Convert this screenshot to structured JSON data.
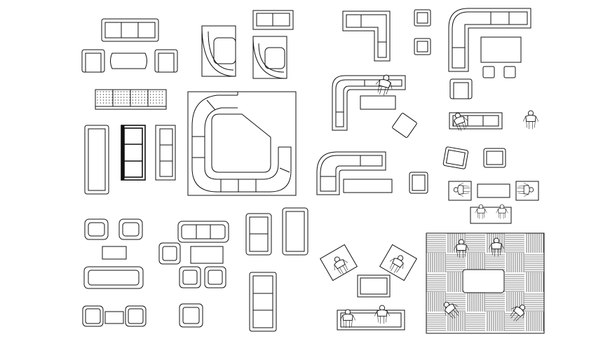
{
  "image": {
    "kind": "cad-furniture-plan",
    "background": "#ffffff",
    "line_color": "#111111"
  },
  "groups": [
    "sofa-set-top-left",
    "curved-chairs",
    "sofa-row-and-three-seaters",
    "large-curved-sectional",
    "l-sectional-small",
    "square-stools",
    "corner-sectional-with-table",
    "l-sectional-with-person",
    "chair-set-with-people",
    "armchair-and-table-sets",
    "people-lounge-set",
    "rug-lounge-set"
  ]
}
